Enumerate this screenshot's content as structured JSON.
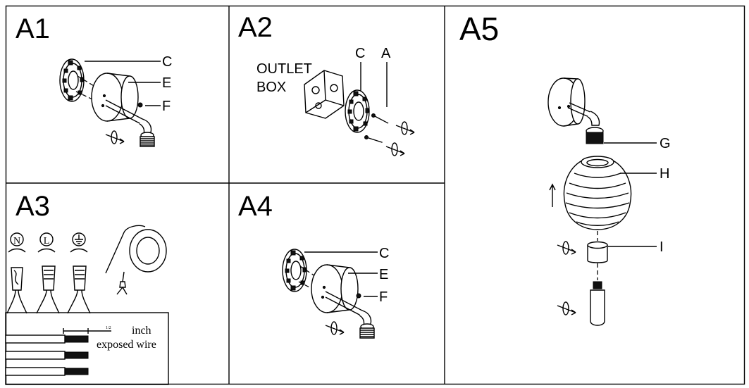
{
  "panels": {
    "a1": {
      "title": "A1",
      "parts": {
        "c": "C",
        "e": "E",
        "f": "F"
      }
    },
    "a2": {
      "title": "A2",
      "outlet_box": [
        "OUTLET",
        "BOX"
      ],
      "parts": {
        "c": "C",
        "a": "A"
      }
    },
    "a3": {
      "title": "A3",
      "symbols": {
        "neutral": "N",
        "live": "L"
      },
      "strip_fraction": "1/2",
      "unit": "inch",
      "exposed": "exposed wire"
    },
    "a4": {
      "title": "A4",
      "parts": {
        "c": "C",
        "e": "E",
        "f": "F"
      }
    },
    "a5": {
      "title": "A5",
      "parts": {
        "g": "G",
        "h": "H",
        "i": "I"
      }
    }
  }
}
